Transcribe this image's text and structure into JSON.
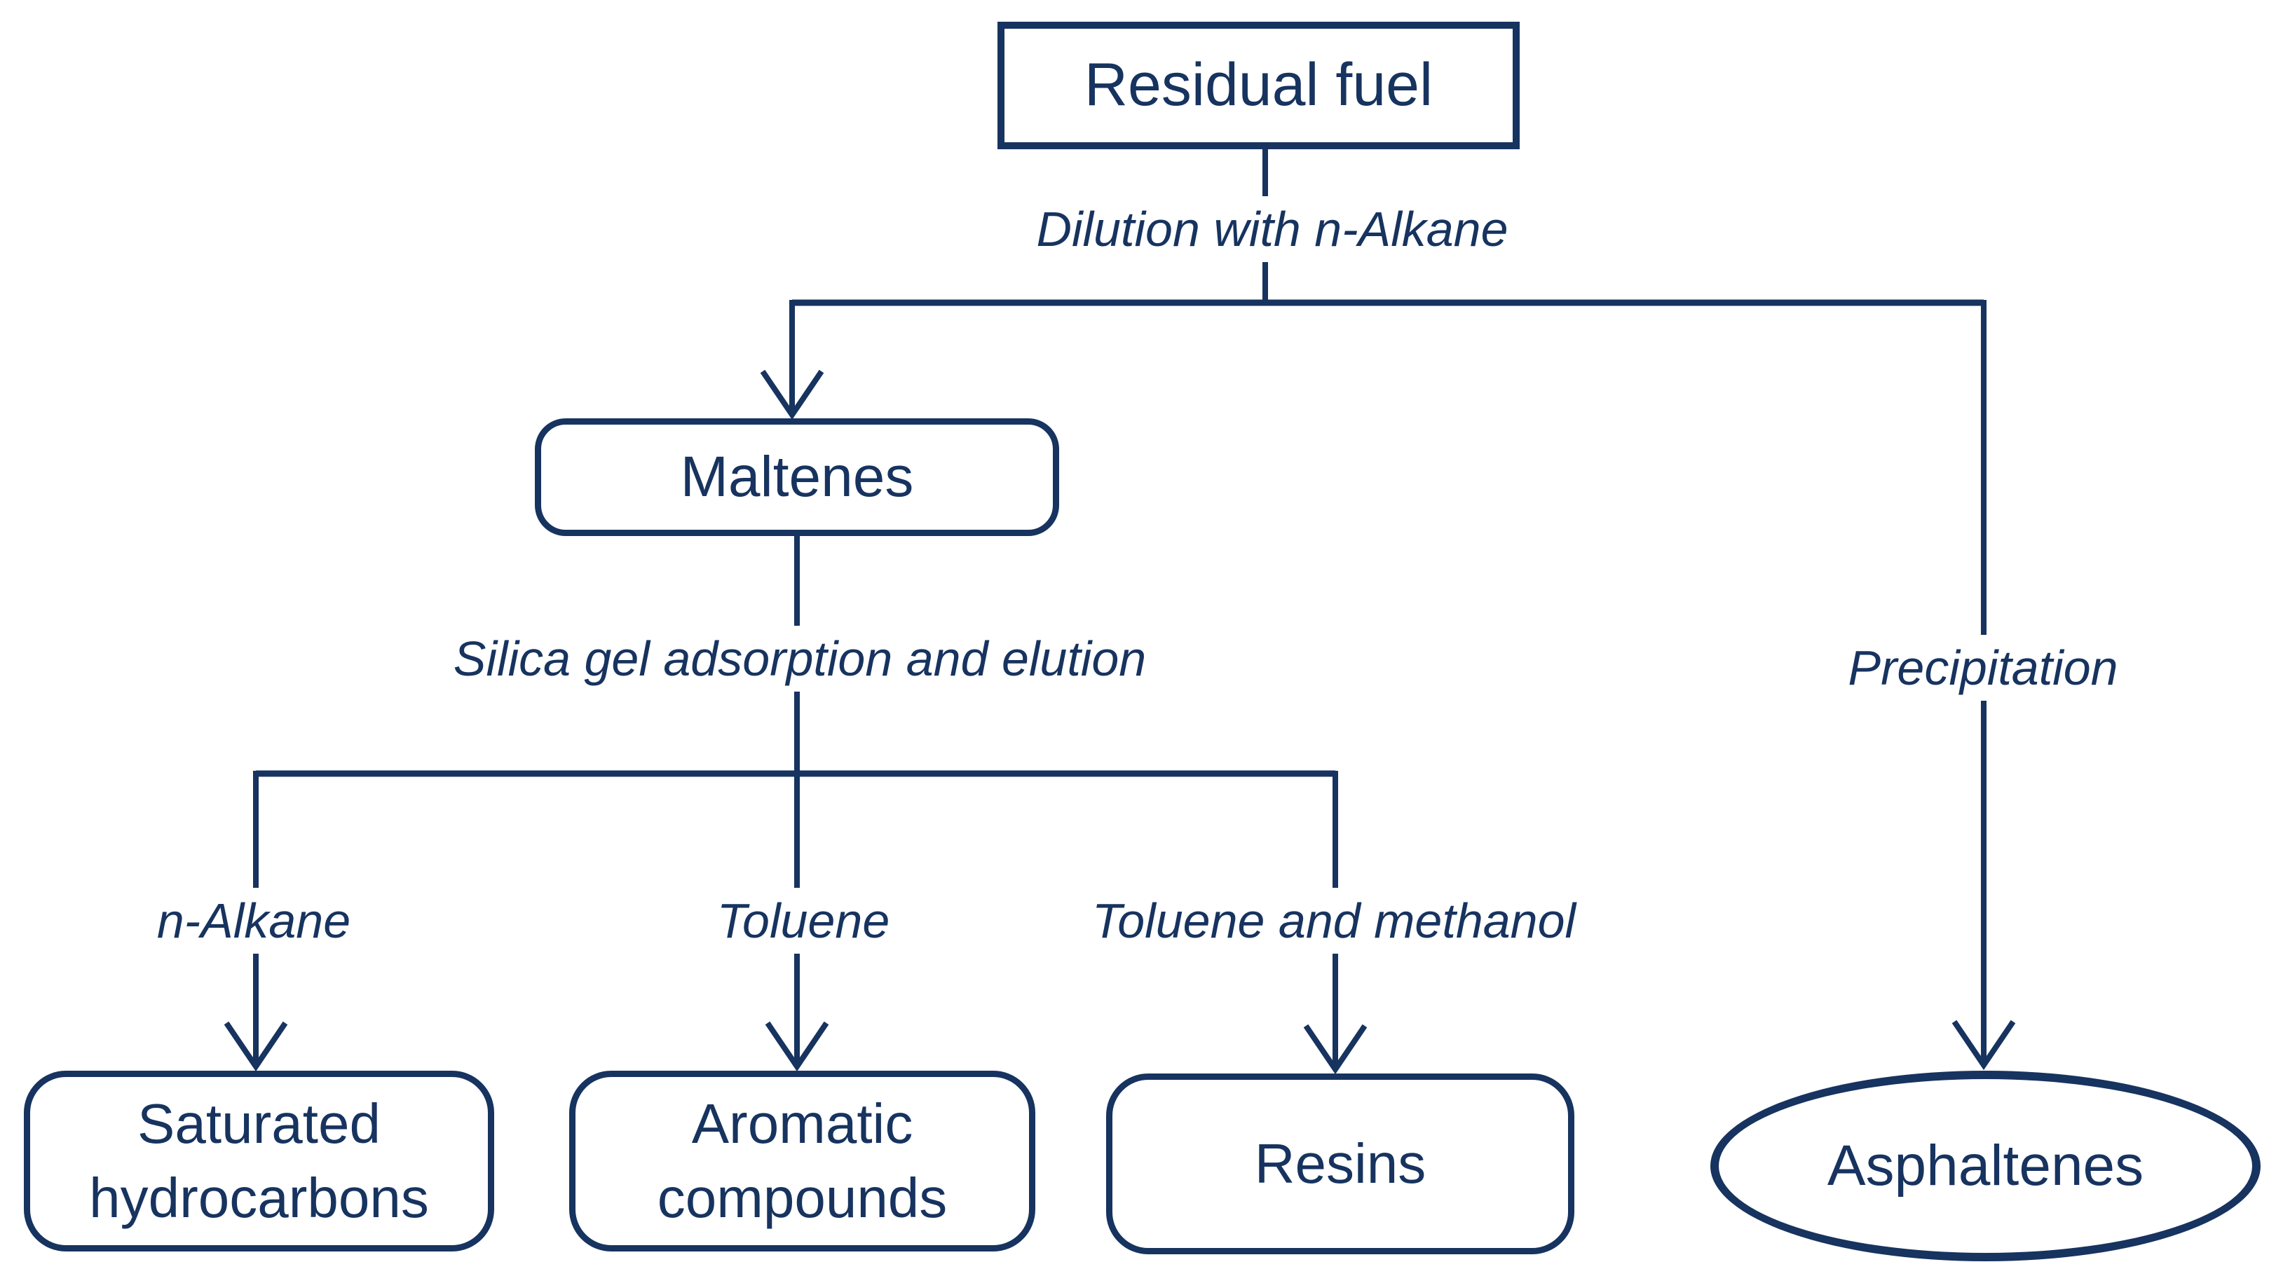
{
  "diagram": {
    "description": "Residual fuel separation flowchart"
  },
  "colors": {
    "ink": "#17335f",
    "background": "#ffffff"
  },
  "nodes": {
    "residual_fuel": {
      "label": "Residual fuel",
      "shape": "rectangle"
    },
    "maltenes": {
      "label": "Maltenes",
      "shape": "rounded-rectangle"
    },
    "saturated_hydrocarbons": {
      "label": "Saturated hydrocarbons",
      "shape": "rounded-rectangle"
    },
    "aromatic_compounds": {
      "label": "Aromatic compounds",
      "shape": "rounded-rectangle"
    },
    "resins": {
      "label": "Resins",
      "shape": "rounded-rectangle"
    },
    "asphaltenes": {
      "label": "Asphaltenes",
      "shape": "ellipse"
    }
  },
  "edge_labels": {
    "dilution": {
      "label": "Dilution with n-Alkane"
    },
    "silica_gel": {
      "label": "Silica gel adsorption and elution"
    },
    "precipitation": {
      "label": "Precipitation"
    },
    "n_alkane": {
      "label": "n-Alkane"
    },
    "toluene": {
      "label": "Toluene"
    },
    "toluene_and_methanol": {
      "label": "Toluene and methanol"
    }
  }
}
